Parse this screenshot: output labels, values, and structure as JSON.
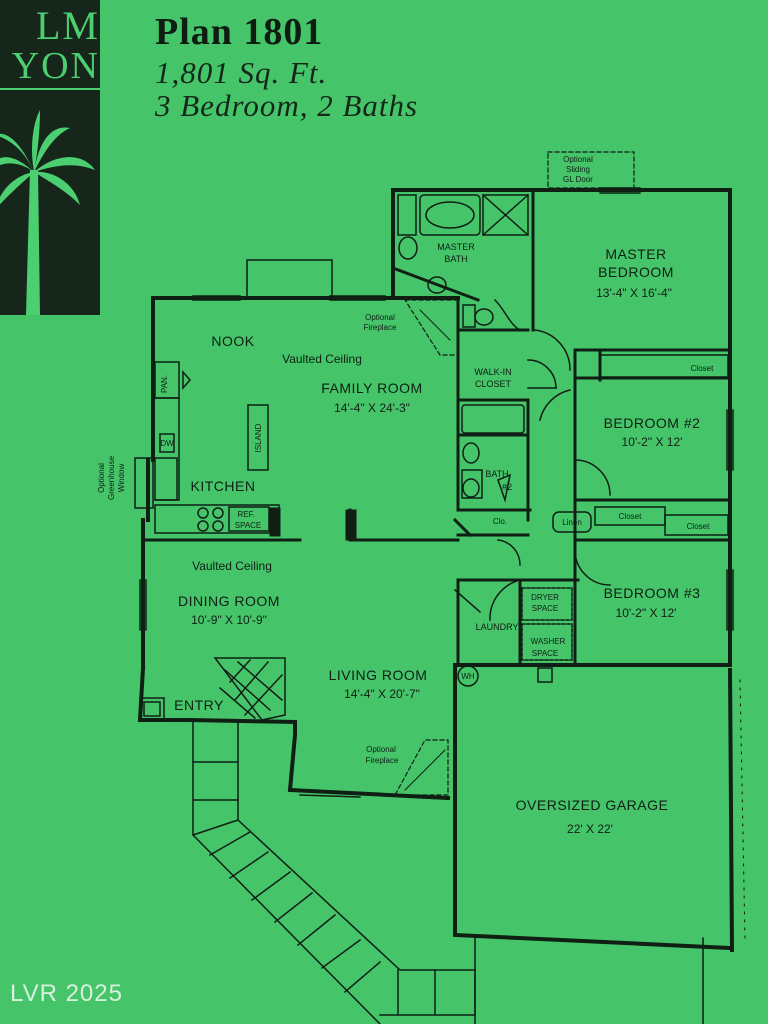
{
  "logo": {
    "line1": "LM",
    "line2": "YON"
  },
  "header": {
    "title": "Plan 1801",
    "sqft": "1,801 Sq. Ft.",
    "rooms": "3 Bedroom, 2 Baths"
  },
  "labels": {
    "master_bath": [
      "MASTER",
      "BATH"
    ],
    "master_bedroom": [
      "MASTER",
      "BEDROOM"
    ],
    "master_bedroom_dim": "13'-4\" X 16'-4\"",
    "optional_sliding_door": [
      "Optional",
      "Sliding",
      "GL Door"
    ],
    "optional_fireplace_top": [
      "Optional",
      "Fireplace"
    ],
    "nook": "NOOK",
    "vaulted_ceiling_family": "Vaulted Ceiling",
    "family_room": "FAMILY ROOM",
    "family_room_dim": "14'-4\" X 24'-3\"",
    "walk_in_closet": [
      "WALK-IN",
      "CLOSET"
    ],
    "closet_top": "Closet",
    "bedroom2": "BEDROOM #2",
    "bedroom2_dim": "10'-2\" X 12'",
    "pan": "PAN.",
    "dw": "DW",
    "island": "ISLAND",
    "optional_greenhouse": [
      "Optional",
      "Greenhouse",
      "Window"
    ],
    "kitchen": "KITCHEN",
    "ref_space": [
      "REF.",
      "SPACE"
    ],
    "bath2": [
      "BATH",
      "#2"
    ],
    "clo": "Clo.",
    "linen": "Linen",
    "closet_b2": "Closet",
    "closet_b3": "Closet",
    "vaulted_ceiling_dining": "Vaulted Ceiling",
    "dining_room": "DINING ROOM",
    "dining_room_dim": "10'-9\" X 10'-9\"",
    "dryer_space": [
      "DRYER",
      "SPACE"
    ],
    "washer_space": [
      "WASHER",
      "SPACE"
    ],
    "laundry": "LAUNDRY",
    "bedroom3": "BEDROOM #3",
    "bedroom3_dim": "10'-2\" X 12'",
    "wh": "WH",
    "entry": "ENTRY",
    "living_room": "LIVING ROOM",
    "living_room_dim": "14'-4\" X 20'-7\"",
    "optional_fireplace_living": [
      "Optional",
      "Fireplace"
    ],
    "garage": "OVERSIZED GARAGE",
    "garage_dim": "22' X 22'"
  },
  "watermark": "LVR 2025",
  "colors": {
    "background": "#46c46a",
    "ink": "#0f1f14",
    "logo_panel": "#16261b"
  }
}
